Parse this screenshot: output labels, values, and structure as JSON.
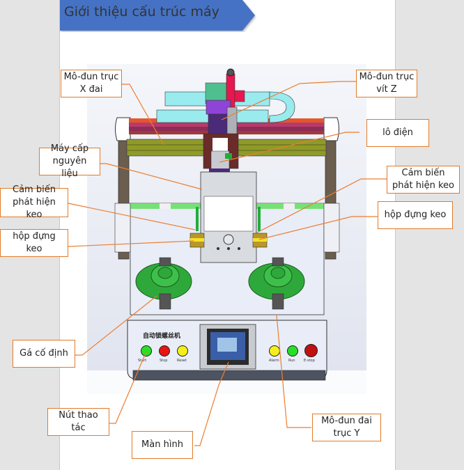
{
  "title": "Giới thiệu cấu trúc máy",
  "colors": {
    "banner": "#4472c4",
    "callout_border": "#e07b2a",
    "leader": "#ed7d31",
    "background": "#e4e4e4"
  },
  "panel": {
    "label": "自动锁螺丝机",
    "left_buttons": [
      {
        "color": "green",
        "label": "Start"
      },
      {
        "color": "red",
        "label": "Stop"
      },
      {
        "color": "yellow",
        "label": "Reset"
      }
    ],
    "right_buttons": [
      {
        "color": "yellow",
        "label": "Alarm"
      },
      {
        "color": "green",
        "label": "Run"
      },
      {
        "color": "red",
        "label": "E-stop"
      }
    ]
  },
  "callouts": {
    "x_axis": "Mô-đun trục X đai",
    "z_axis": "Mô-đun trục vít Z",
    "electric": "lô điện",
    "feeder": "Máy cấp nguyên liệu",
    "sensor_right": "Cảm biến phát hiện keo",
    "sensor_left": "Cảm biến phát hiện keo",
    "glue_box_right": "hộp đựng keo",
    "glue_box_left": "hộp đựng keo",
    "fixture": "Gá cố định",
    "buttons": "Nút thao tác",
    "screen": "Màn hình",
    "y_axis": "Mô-đun đai trục Y"
  }
}
